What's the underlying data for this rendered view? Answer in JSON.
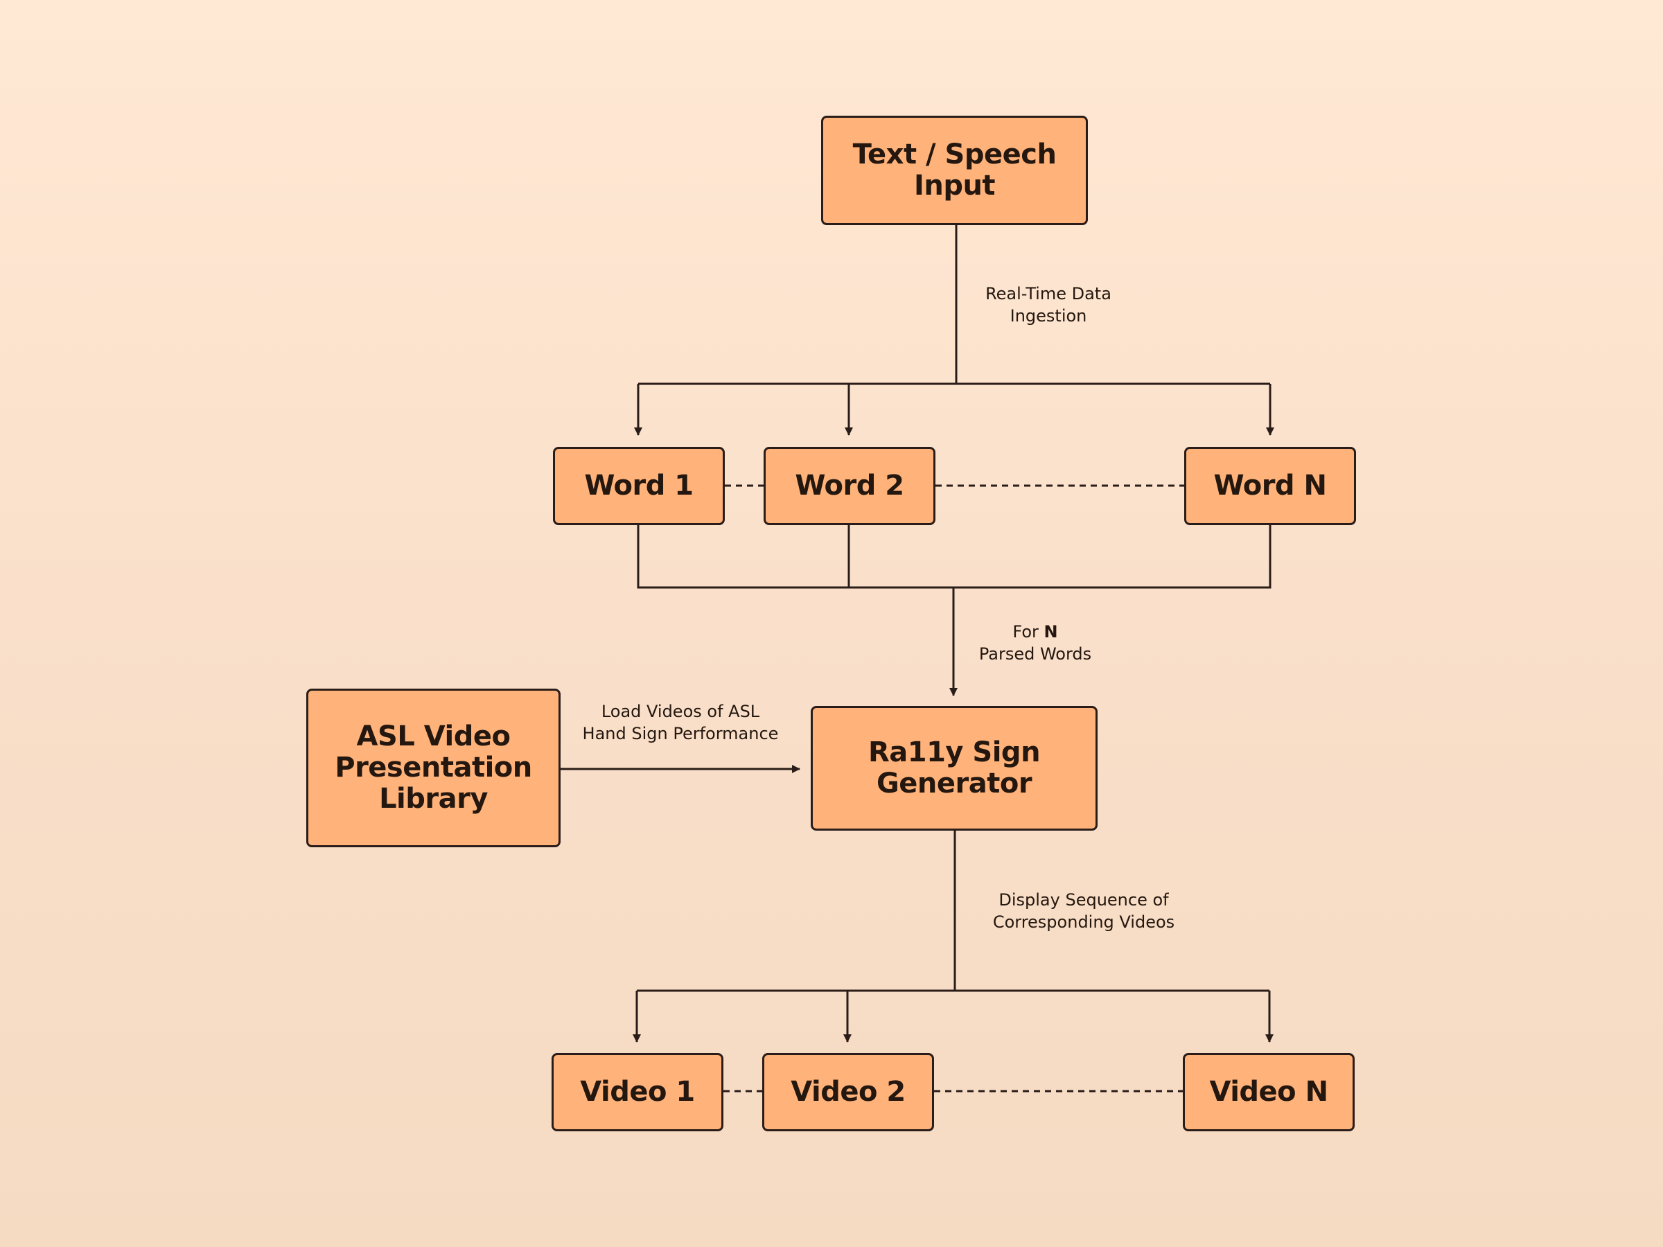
{
  "diagram": {
    "nodes": {
      "input": "Text / Speech\nInput",
      "word1": "Word 1",
      "word2": "Word 2",
      "wordN": "Word N",
      "library": "ASL Video\nPresentation\nLibrary",
      "generator": "Ra11y Sign\nGenerator",
      "video1": "Video 1",
      "video2": "Video 2",
      "videoN": "Video N"
    },
    "edge_labels": {
      "ingestion_line1": "Real-Time Data",
      "ingestion_line2": "Ingestion",
      "parsed_prefix": "For ",
      "parsed_bold": "N",
      "parsed_line2": "Parsed Words",
      "load_line1": "Load Videos of ASL",
      "load_line2": "Hand Sign Performance",
      "display_line1": "Display Sequence of",
      "display_line2": "Corresponding Videos"
    },
    "colors": {
      "node_fill": "#ffb37a",
      "node_border": "#2a1c18",
      "line": "#2a1c18",
      "background_top": "#ffe8d4",
      "background_bottom": "#f6dbc3"
    }
  }
}
